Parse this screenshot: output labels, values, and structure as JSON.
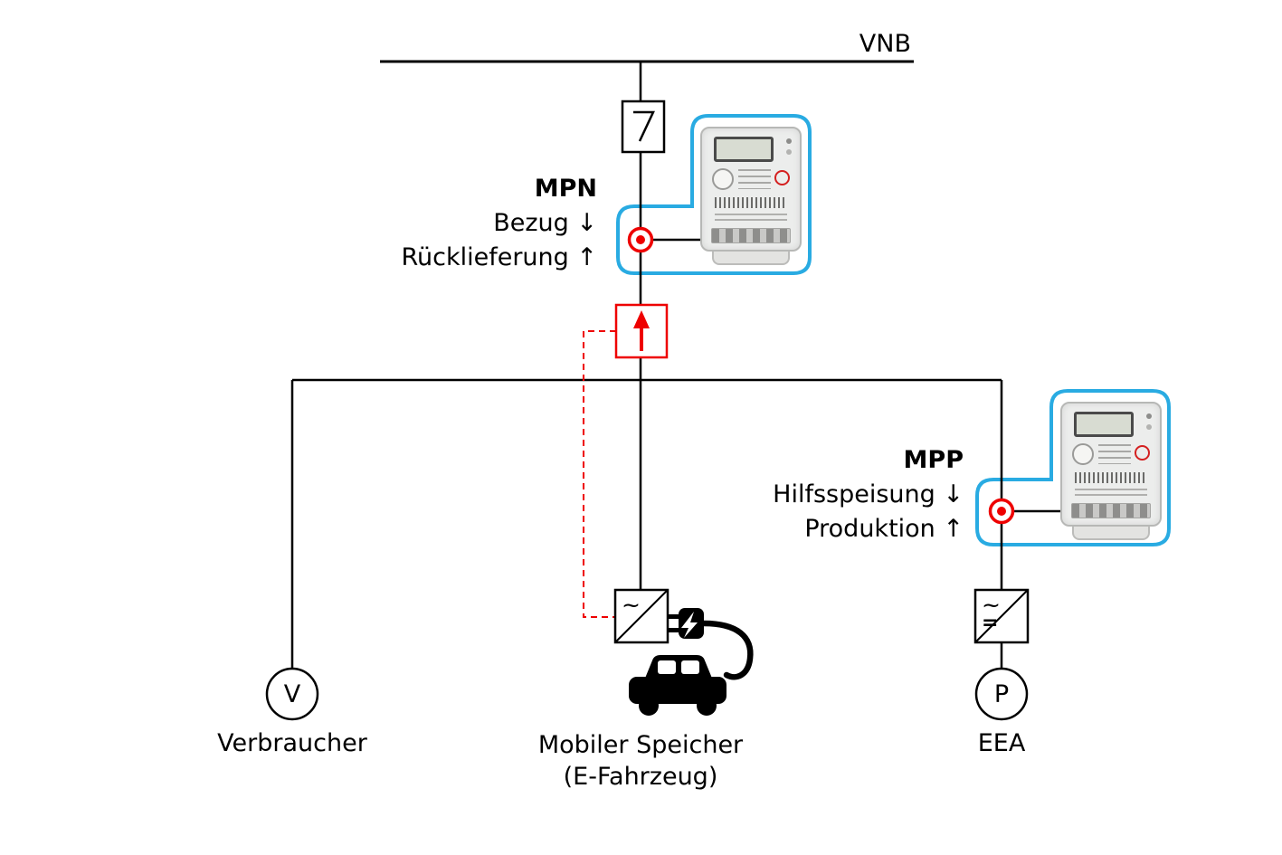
{
  "colors": {
    "accent_blue": "#29abe2",
    "accent_red": "#ee0000",
    "line": "#000000"
  },
  "grid": {
    "label": "VNB"
  },
  "mpn": {
    "title": "MPN",
    "line1": "Bezug ↓",
    "line2": "Rücklieferung ↑"
  },
  "mpp": {
    "title": "MPP",
    "line1": "Hilfsspeisung ↓",
    "line2": "Produktion ↑"
  },
  "consumer": {
    "symbol": "V",
    "label": "Verbraucher"
  },
  "storage": {
    "inverter_ac": "~",
    "label_line1": "Mobiler Speicher",
    "label_line2": "(E-Fahrzeug)"
  },
  "generator": {
    "inverter_ac": "~",
    "inverter_dc": "=",
    "symbol": "P",
    "label": "EEA"
  }
}
